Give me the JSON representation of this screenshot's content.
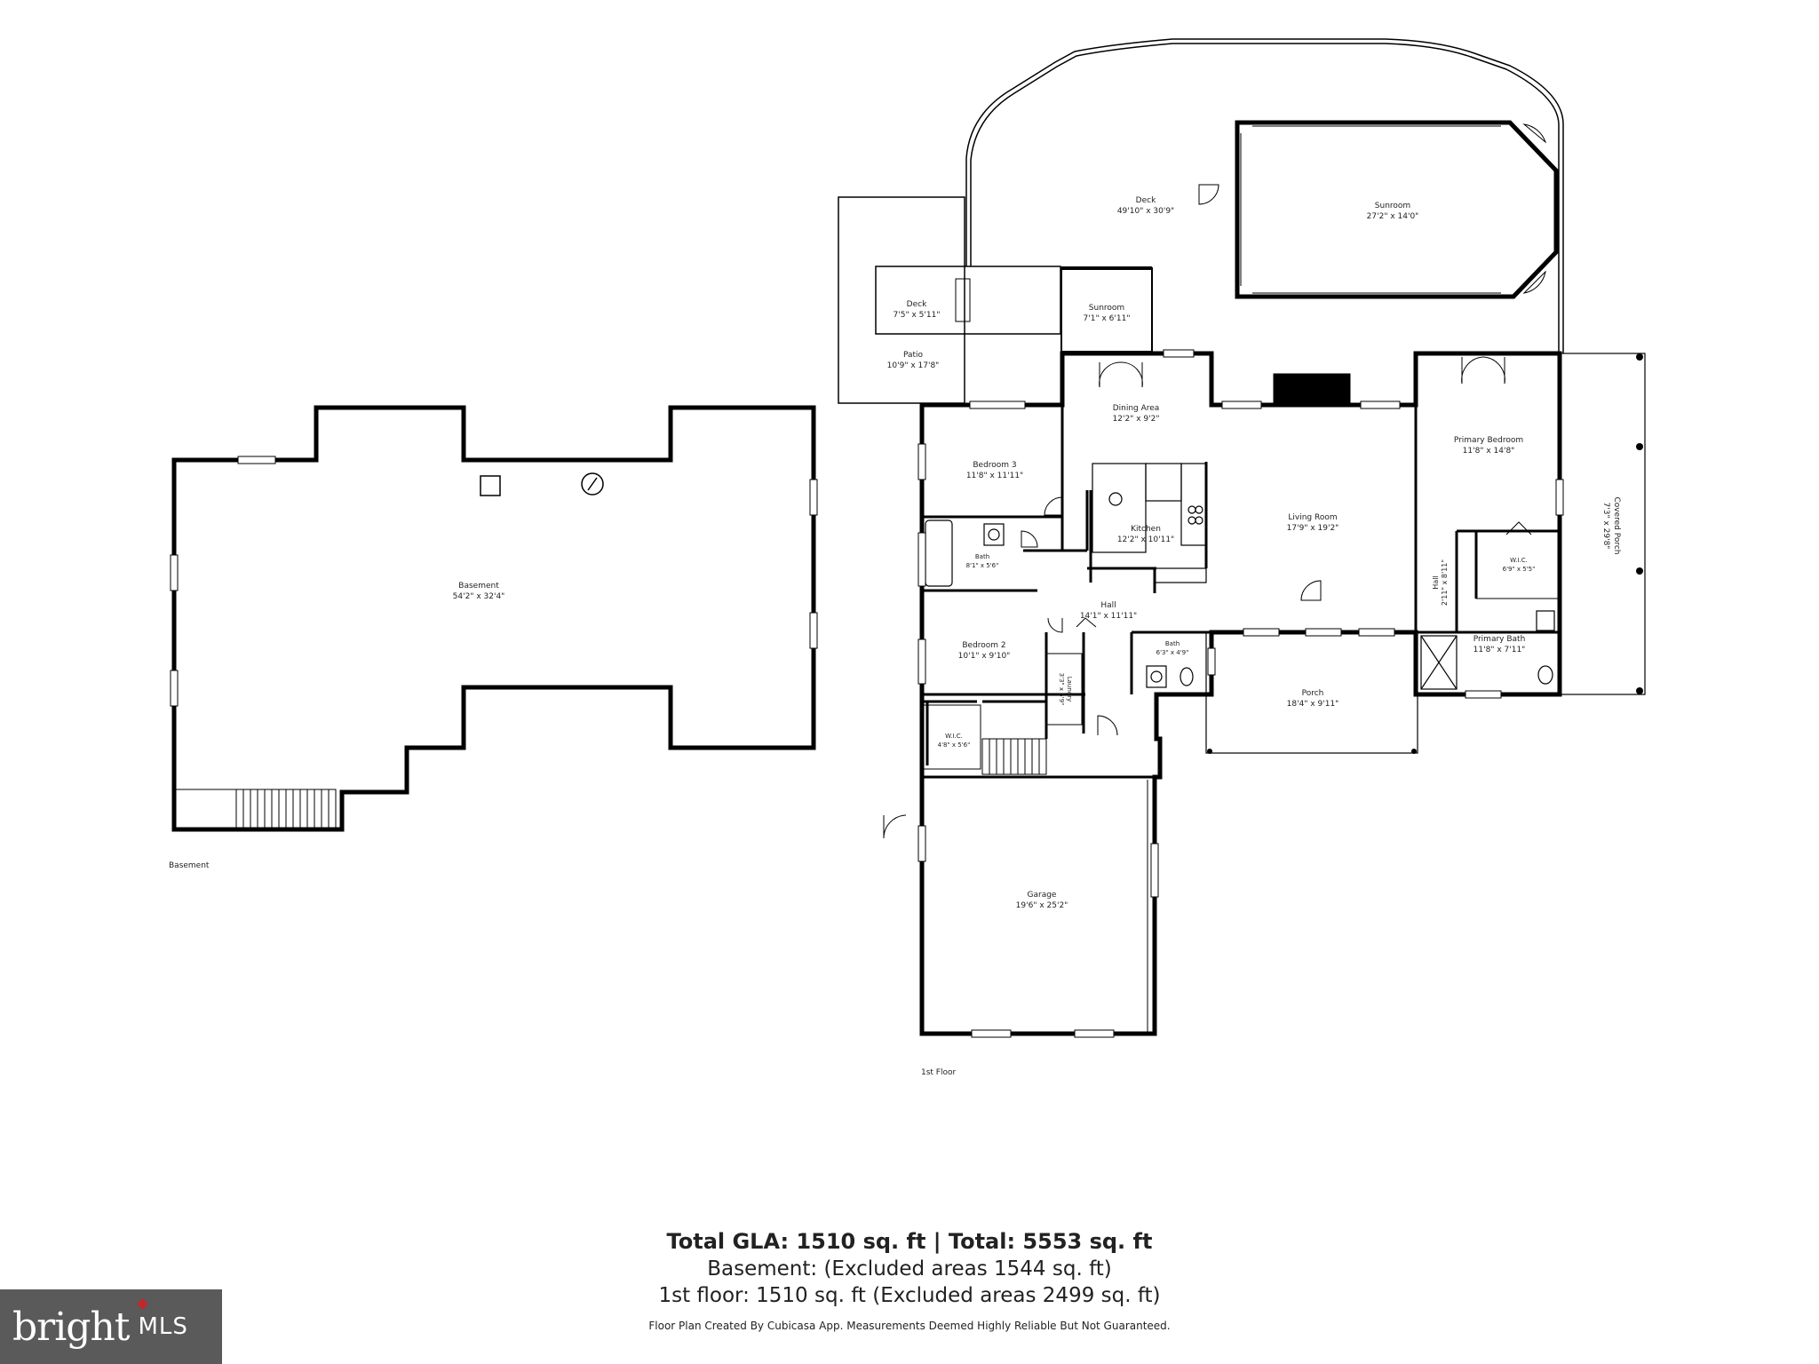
{
  "basement": {
    "caption": "Basement",
    "rooms": [
      {
        "name": "Basement",
        "dims": "54'2\" x 32'4\""
      }
    ]
  },
  "first_floor": {
    "caption": "1st Floor",
    "rooms": [
      {
        "name": "Deck",
        "dims": "49'10\" x 30'9\""
      },
      {
        "name": "Sunroom",
        "dims": "27'2\" x 14'0\""
      },
      {
        "name": "Deck",
        "dims": "7'5\" x 5'11\""
      },
      {
        "name": "Sunroom",
        "dims": "7'1\" x 6'11\""
      },
      {
        "name": "Patio",
        "dims": "10'9\" x 17'8\""
      },
      {
        "name": "Dining Area",
        "dims": "12'2\" x 9'2\""
      },
      {
        "name": "Bedroom 3",
        "dims": "11'8\" x 11'11\""
      },
      {
        "name": "Kitchen",
        "dims": "12'2\" x 10'11\""
      },
      {
        "name": "Living Room",
        "dims": "17'9\" x 19'2\""
      },
      {
        "name": "Primary Bedroom",
        "dims": "11'8\" x 14'8\""
      },
      {
        "name": "Covered Porch",
        "dims": "7'3\" x 29'8\""
      },
      {
        "name": "Bath",
        "dims": "8'1\" x 5'6\""
      },
      {
        "name": "W.I.C.",
        "dims": "6'9\" x 5'5\""
      },
      {
        "name": "Hall",
        "dims": "2'11\" x 8'11\""
      },
      {
        "name": "Hall",
        "dims": "14'1\" x 11'11\""
      },
      {
        "name": "Bedroom 2",
        "dims": "10'1\" x 9'10\""
      },
      {
        "name": "Bath",
        "dims": "6'3\" x 4'9\""
      },
      {
        "name": "Laundry",
        "dims": "3'3\" x 5'9\""
      },
      {
        "name": "Primary Bath",
        "dims": "11'8\" x 7'11\""
      },
      {
        "name": "Porch",
        "dims": "18'4\" x 9'11\""
      },
      {
        "name": "W.I.C.",
        "dims": "4'8\" x 5'6\""
      },
      {
        "name": "Garage",
        "dims": "19'6\" x 25'2\""
      }
    ]
  },
  "summary": {
    "total": "Total GLA: 1510 sq. ft | Total: 5553 sq. ft",
    "basement_line": "Basement: (Excluded areas 1544 sq. ft)",
    "first_line": "1st floor: 1510 sq. ft (Excluded areas 2499 sq. ft)",
    "disclaimer": "Floor Plan Created By Cubicasa App. Measurements Deemed Highly Reliable But Not Guaranteed."
  },
  "logo": {
    "brand": "bright",
    "suffix": "MLS"
  }
}
